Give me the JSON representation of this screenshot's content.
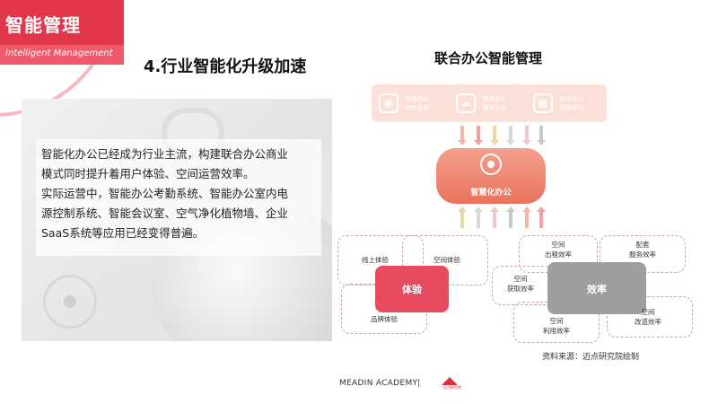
{
  "header": {
    "title": "智能管理",
    "subtitle": "Intelligent Management"
  },
  "section_title": "4.行业智能化升级加速",
  "body_text": [
    "智能化办公已经成为行业主流，构建联合办公商业",
    "模式同时提升着用户体验、空间运营效率。",
    "实际运营中，智能办公考勤系统、智能办公室内电",
    "源控制系统、智能会议室、空气净化植物墙、企业",
    "SaaS系统等应用已经变得普遍。"
  ],
  "diagram": {
    "title": "联合办公智能管理",
    "top_boxes": [
      {
        "label_lines": [
          "智能办公",
          "硬件系统"
        ],
        "icon": "chip-icon"
      },
      {
        "label_lines": [
          "智能办公",
          "管理平台"
        ],
        "icon": "cloud-icon"
      },
      {
        "label_lines": [
          "联合办公",
          "智能管理"
        ],
        "icon": "grid-icon"
      }
    ],
    "center": {
      "label": "智慧化办公",
      "icon": "head-gear-icon"
    },
    "experience": {
      "core": "体验",
      "items": [
        "线上体验",
        "空间体验",
        "品牌体验"
      ]
    },
    "efficiency": {
      "core": "效率",
      "items": [
        [
          "空间",
          "出租效率"
        ],
        [
          "配套",
          "服务效率"
        ],
        [
          "空间",
          "获取效率"
        ],
        [
          "空间",
          "利用效率"
        ],
        [
          "空间",
          "改造效率"
        ]
      ]
    },
    "colors": {
      "accent": "#e2374a",
      "salmon": "#f08a74",
      "grey_core": "#9e9e9e",
      "experience_core": "#e84a5f",
      "arrow_colors": [
        "#f4b6a6",
        "#f4a0a0",
        "#e8d9a0",
        "#d8d8d8",
        "#eec9c2",
        "#c8c8c8"
      ]
    }
  },
  "source": "资料来源：迈点研究院绘制",
  "footer": {
    "text": "MEADIN ACADEMY|",
    "logo_text": "迈点研究院"
  }
}
